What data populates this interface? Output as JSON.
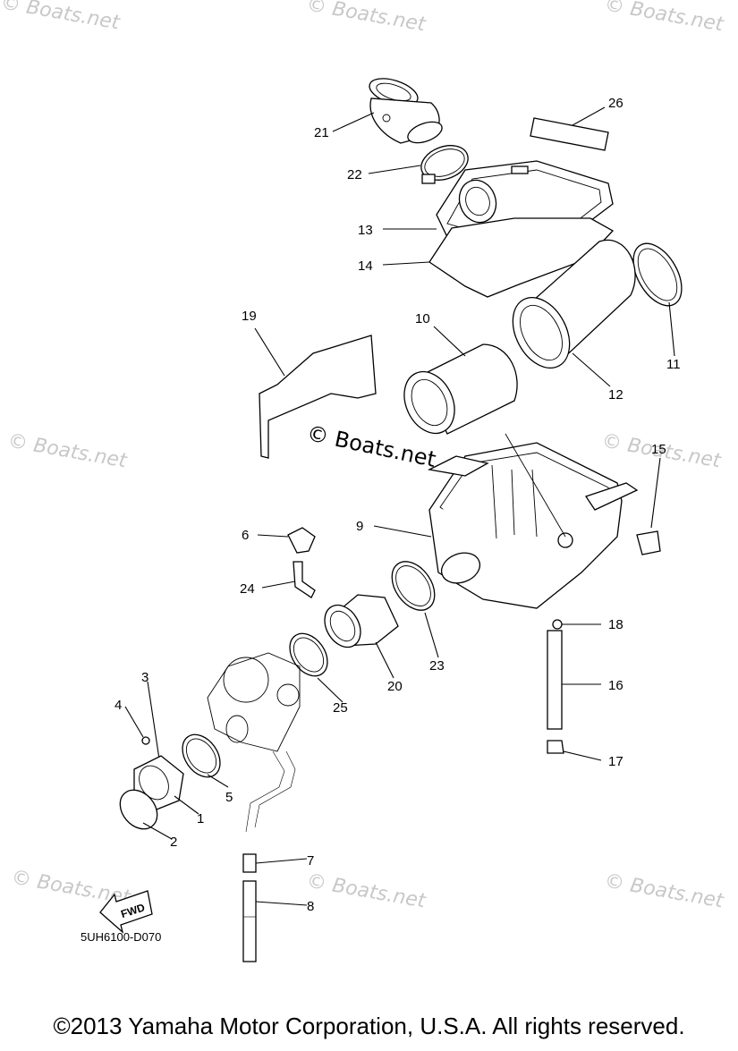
{
  "watermark": "© Boats.net",
  "center_mark": "© Boats.net",
  "parts": {
    "p1": "1",
    "p2": "2",
    "p3": "3",
    "p4": "4",
    "p5": "5",
    "p6": "6",
    "p7": "7",
    "p8": "8",
    "p9": "9",
    "p10": "10",
    "p11": "11",
    "p12": "12",
    "p13": "13",
    "p14": "14",
    "p15": "15",
    "p16": "16",
    "p17": "17",
    "p18": "18",
    "p19": "19",
    "p20": "20",
    "p21": "21",
    "p22": "22",
    "p23": "23",
    "p24": "24",
    "p25": "25",
    "p26": "26"
  },
  "fwd_label": "FWD",
  "drawing_code": "5UH6100-D070",
  "copyright": "©2013 Yamaha Motor Corporation, U.S.A. All rights reserved."
}
